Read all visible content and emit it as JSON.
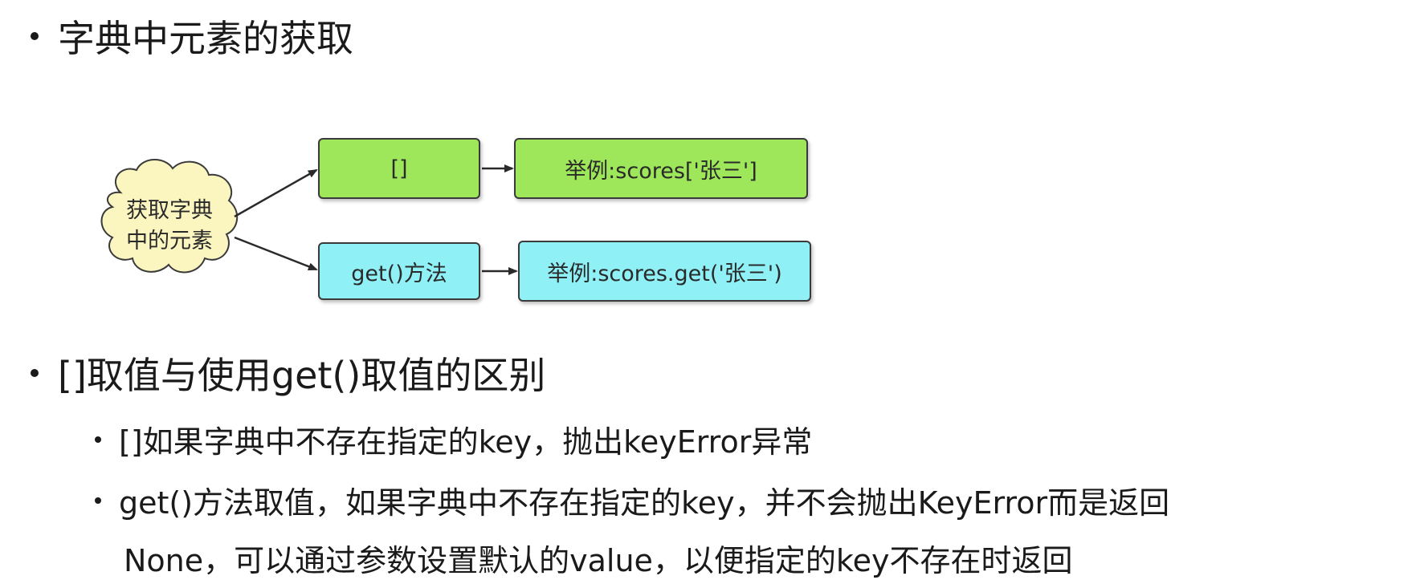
{
  "heading1": "字典中元素的获取",
  "diagram": {
    "cloud_label_line1": "获取字典",
    "cloud_label_line2": "中的元素",
    "method1": "[]",
    "example1": "举例:scores['张三']",
    "method2": "get()方法",
    "example2": "举例:scores.get('张三')",
    "colors": {
      "method1_fill": "#9ee65a",
      "method2_fill": "#8ff0f6",
      "cloud_fill": "#fbf5c0"
    }
  },
  "heading2": "[]取值与使用get()取值的区别",
  "bullets": [
    "[]如果字典中不存在指定的key，抛出keyError异常",
    "get()方法取值，如果字典中不存在指定的key，并不会抛出KeyError而是返回",
    "None，可以通过参数设置默认的value，以便指定的key不存在时返回"
  ]
}
